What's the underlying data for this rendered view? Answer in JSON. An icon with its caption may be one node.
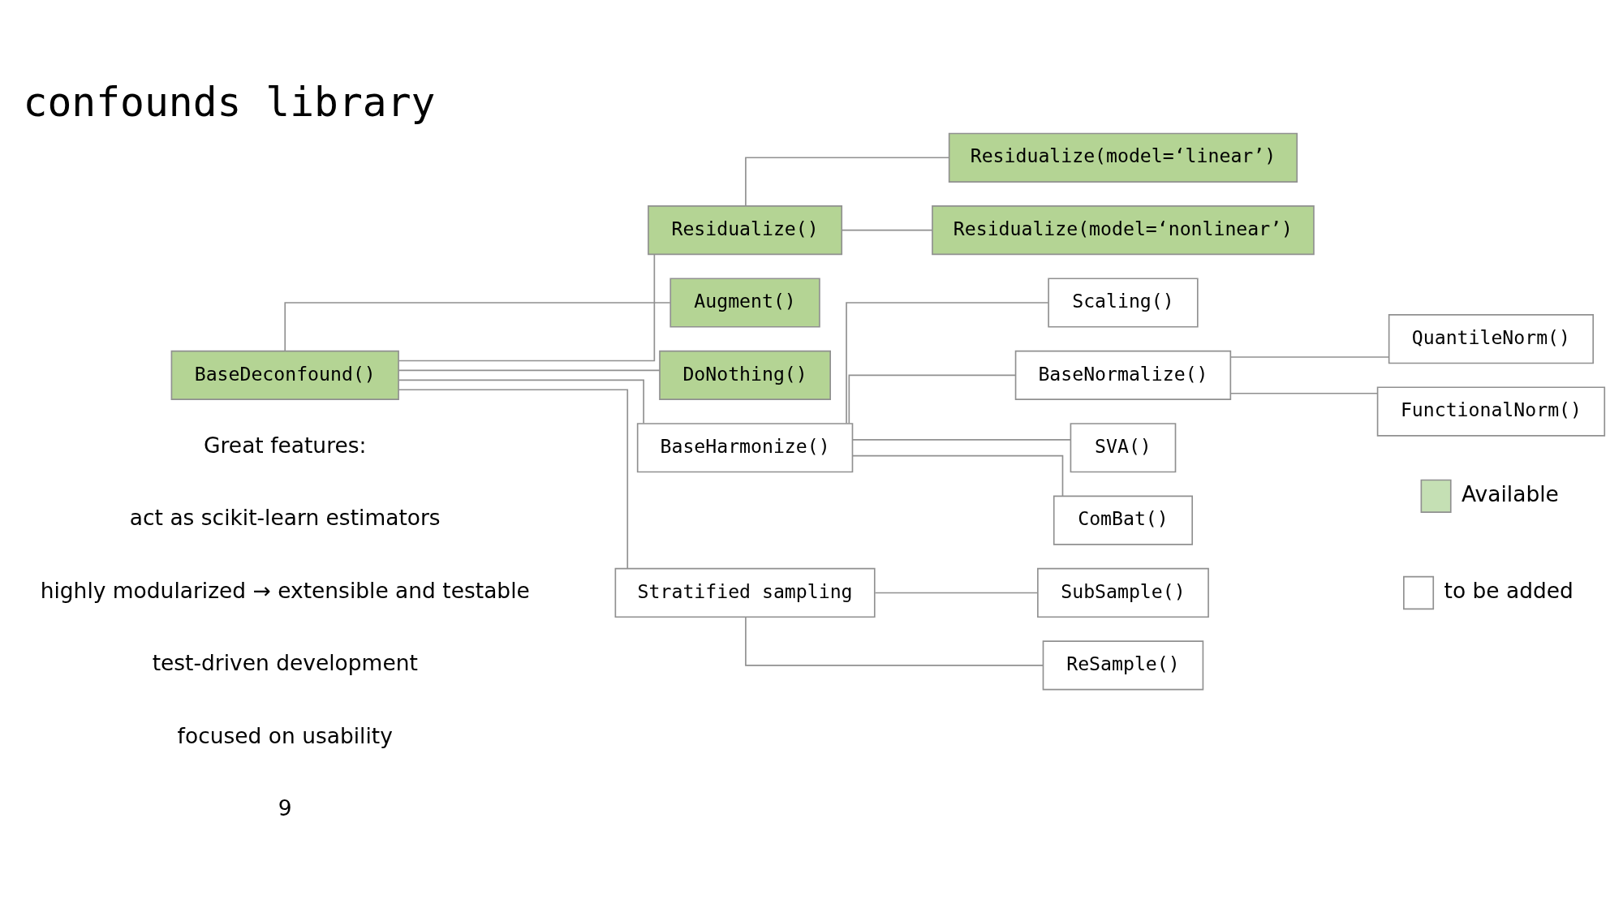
{
  "diagram": {
    "title": "confounds library",
    "nodes": [
      {
        "text": [
          "BaseDeconfound()"
        ]
      },
      {
        "text": [
          "Residualize()"
        ]
      },
      {
        "text": [
          "Residualize(model=‘linear’)"
        ]
      },
      {
        "text": [
          "Residualize(model=‘nonlinear’)"
        ]
      },
      {
        "text": [
          "Augment()"
        ]
      },
      {
        "text": [
          "DoNothing()"
        ]
      },
      {
        "text": [
          "BaseHarmonize()"
        ]
      },
      {
        "text": [
          "Scaling()"
        ]
      },
      {
        "text": [
          "BaseNormalize()"
        ]
      },
      {
        "text": [
          "QuantileNorm()"
        ]
      },
      {
        "text": [
          "FunctionalNorm()"
        ]
      },
      {
        "text": [
          "SVA()"
        ]
      },
      {
        "text": [
          "ComBat()"
        ]
      },
      {
        "text": [
          "Stratified sampling"
        ]
      },
      {
        "text": [
          "SubSample()"
        ]
      },
      {
        "text": [
          "ReSample()"
        ]
      }
    ],
    "edges": [
      {
        "from": 0,
        "to": 1,
        "arrow": "none"
      },
      {
        "from": 1,
        "to": 2,
        "arrow": "none"
      },
      {
        "from": 1,
        "to": 3,
        "arrow": "none"
      },
      {
        "from": 0,
        "to": 4,
        "arrow": "none"
      },
      {
        "from": 0,
        "to": 5,
        "arrow": "none"
      },
      {
        "from": 0,
        "to": 6,
        "arrow": "none"
      },
      {
        "from": 6,
        "to": 7,
        "arrow": "none"
      },
      {
        "from": 6,
        "to": 8,
        "arrow": "none"
      },
      {
        "from": 8,
        "to": 9,
        "arrow": "none"
      },
      {
        "from": 8,
        "to": 10,
        "arrow": "none"
      },
      {
        "from": 6,
        "to": 11,
        "arrow": "none"
      },
      {
        "from": 6,
        "to": 12,
        "arrow": "none"
      },
      {
        "from": 0,
        "to": 13,
        "arrow": "none"
      },
      {
        "from": 13,
        "to": 14,
        "arrow": "none"
      },
      {
        "from": 13,
        "to": 15,
        "arrow": "none"
      }
    ],
    "labels": [
      "Great features:",
      "act as scikit-learn estimators",
      "highly modularized → extensible and testable",
      "test-driven development",
      "focused on usability",
      "9"
    ],
    "legend": [
      {
        "text": "Available",
        "color": "#c5e0b4"
      },
      {
        "text": "to be added",
        "color": "#ffffff"
      }
    ]
  }
}
